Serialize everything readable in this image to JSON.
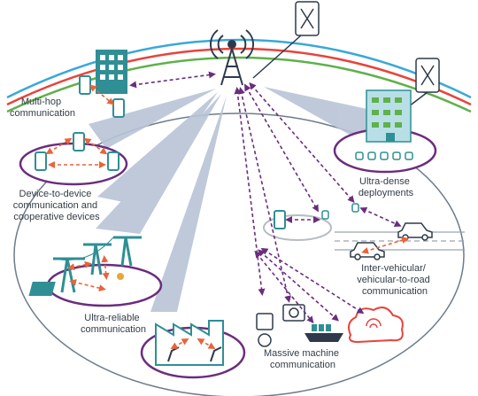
{
  "labels": {
    "multi_hop_line1": "Multi-hop",
    "multi_hop_line2": "communication",
    "d2d_line1": "Device-to-device",
    "d2d_line2": "communication and",
    "d2d_line3": "cooperative devices",
    "ultra_reliable_line1": "Ultra-reliable",
    "ultra_reliable_line2": "communication",
    "ultra_dense_line1": "Ultra-dense",
    "ultra_dense_line2": "deployments",
    "vehicular_line1": "Inter-vehicular/",
    "vehicular_line2": "vehicular-to-road",
    "vehicular_line3": "communication",
    "massive_line1": "Massive machine",
    "massive_line2": "communication"
  },
  "colors": {
    "arc_blue": "#3aa8d8",
    "arc_red": "#e8433a",
    "arc_green": "#5fb14a",
    "outline": "#6d7b8a",
    "beam": "#b9c4d6",
    "zone": "#6b2d7d",
    "link_purple": "#6b2d7d",
    "link_orange": "#e8643a",
    "device_teal": "#2f8f95",
    "text": "#333d47"
  },
  "icons": [
    "cell-tower-icon",
    "antenna-panel-icon",
    "office-building-icon",
    "smartphone-icon",
    "transmission-tower-icon",
    "solar-panel-icon",
    "factory-icon",
    "robot-arm-icon",
    "camera-icon",
    "ship-icon",
    "cloud-icon",
    "car-icon",
    "sensor-icon"
  ]
}
